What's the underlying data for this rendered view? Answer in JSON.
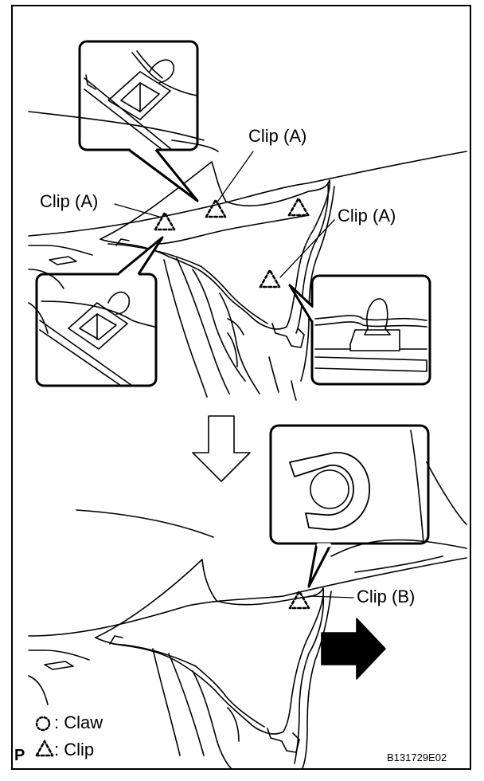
{
  "labels": {
    "clip_a_top": "Clip (A)",
    "clip_a_left": "Clip (A)",
    "clip_a_right": "Clip (A)",
    "clip_b": "Clip (B)"
  },
  "legend": {
    "claw_text": ": Claw",
    "clip_text": ": Clip"
  },
  "corner_letter": "P",
  "figure_code": "B131729E02",
  "colors": {
    "ink": "#000000",
    "paper": "#ffffff",
    "arrow": "#000000"
  }
}
